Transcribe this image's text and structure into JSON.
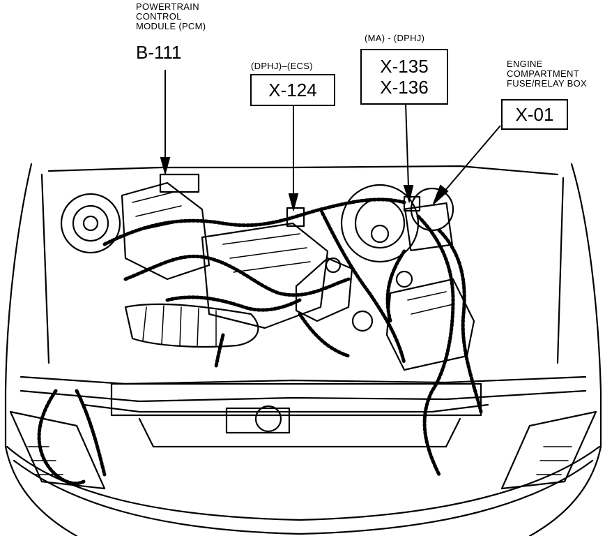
{
  "callouts": {
    "pcm": {
      "line1": "POWERTRAIN",
      "line2": "CONTROL",
      "line3": "MODULE (PCM)",
      "code": "B-111"
    },
    "x124": {
      "label": "(DPHJ)–(ECS)",
      "code": "X-124"
    },
    "x135": {
      "label": "(MA) - (DPHJ)",
      "code1": "X-135",
      "code2": "X-136"
    },
    "x01": {
      "line1": "ENGINE",
      "line2": "COMPARTMENT",
      "line3": "FUSE/RELAY BOX",
      "code": "X-01"
    }
  }
}
